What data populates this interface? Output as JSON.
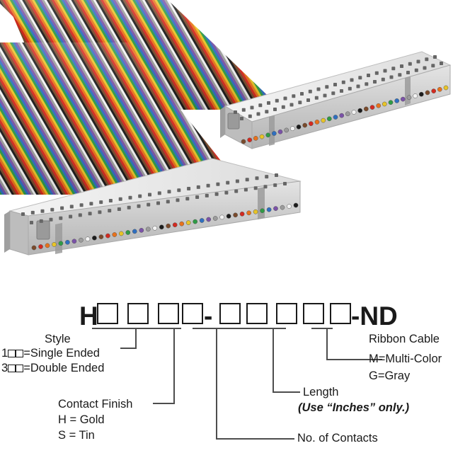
{
  "product": {
    "name": "idc-ribbon-cable-assembly",
    "connector_count": 2,
    "connector_color": "#c9c9c9",
    "connector_top_color": "#e9e9e9",
    "ribbon_type": "rainbow-multi-color",
    "ribbon_colors": [
      "#7a4a2b",
      "#d32a20",
      "#e8721c",
      "#e8c427",
      "#2f9b45",
      "#2f6fc0",
      "#7b52a8",
      "#9c9c9c",
      "#f2f2f2",
      "#1c1c1c"
    ]
  },
  "part_number": {
    "prefix": "H",
    "separator": "-",
    "suffix": "-ND",
    "group1_boxes": 4,
    "group2_boxes": 5,
    "full_mask": "H□□□□-□□□□□-ND"
  },
  "callouts": {
    "style": {
      "title": "Style",
      "option1_digit": "1",
      "option1_text": "=Single Ended",
      "option2_digit": "3",
      "option2_text": "=Double Ended"
    },
    "contact_finish": {
      "title": "Contact Finish",
      "line1": "H = Gold",
      "line2": "S = Tin"
    },
    "ribbon_cable": {
      "title": "Ribbon Cable",
      "line1": "M=Multi-Color",
      "line2": "G=Gray"
    },
    "length": {
      "title": "Length",
      "note": "(Use “Inches” only.)"
    },
    "no_of_contacts": {
      "title": "No. of Contacts"
    }
  },
  "colors": {
    "ink": "#1a1a1a",
    "leader_line": "#4d4d4d",
    "background": "#ffffff"
  }
}
